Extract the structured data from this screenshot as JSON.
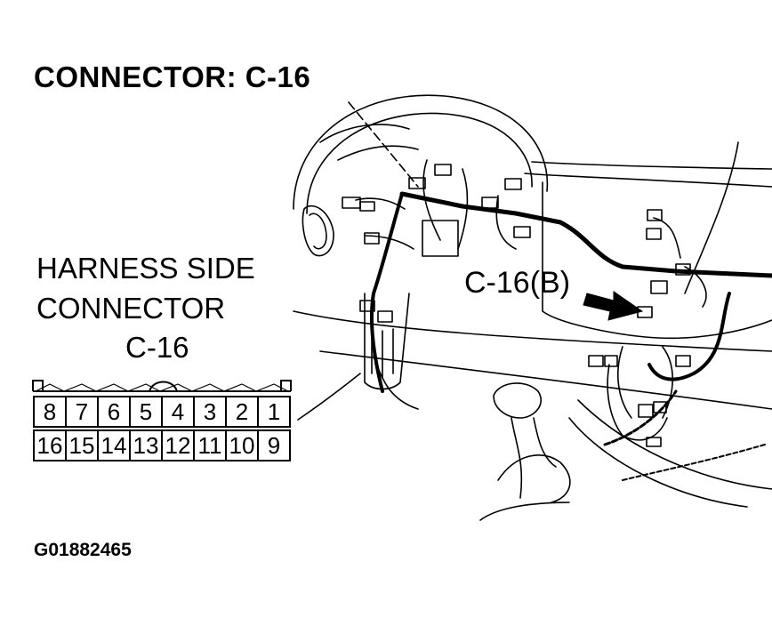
{
  "title": "CONNECTOR: C-16",
  "harness_label": {
    "line1": "HARNESS SIDE",
    "line2": "CONNECTOR",
    "line3": "C-16"
  },
  "callout": "C-16(B)",
  "figure_id": "G01882465",
  "connector": {
    "top_row": [
      "8",
      "7",
      "6",
      "5",
      "4",
      "3",
      "2",
      "1"
    ],
    "bottom_row": [
      "16",
      "15",
      "14",
      "13",
      "12",
      "11",
      "10",
      "9"
    ]
  }
}
